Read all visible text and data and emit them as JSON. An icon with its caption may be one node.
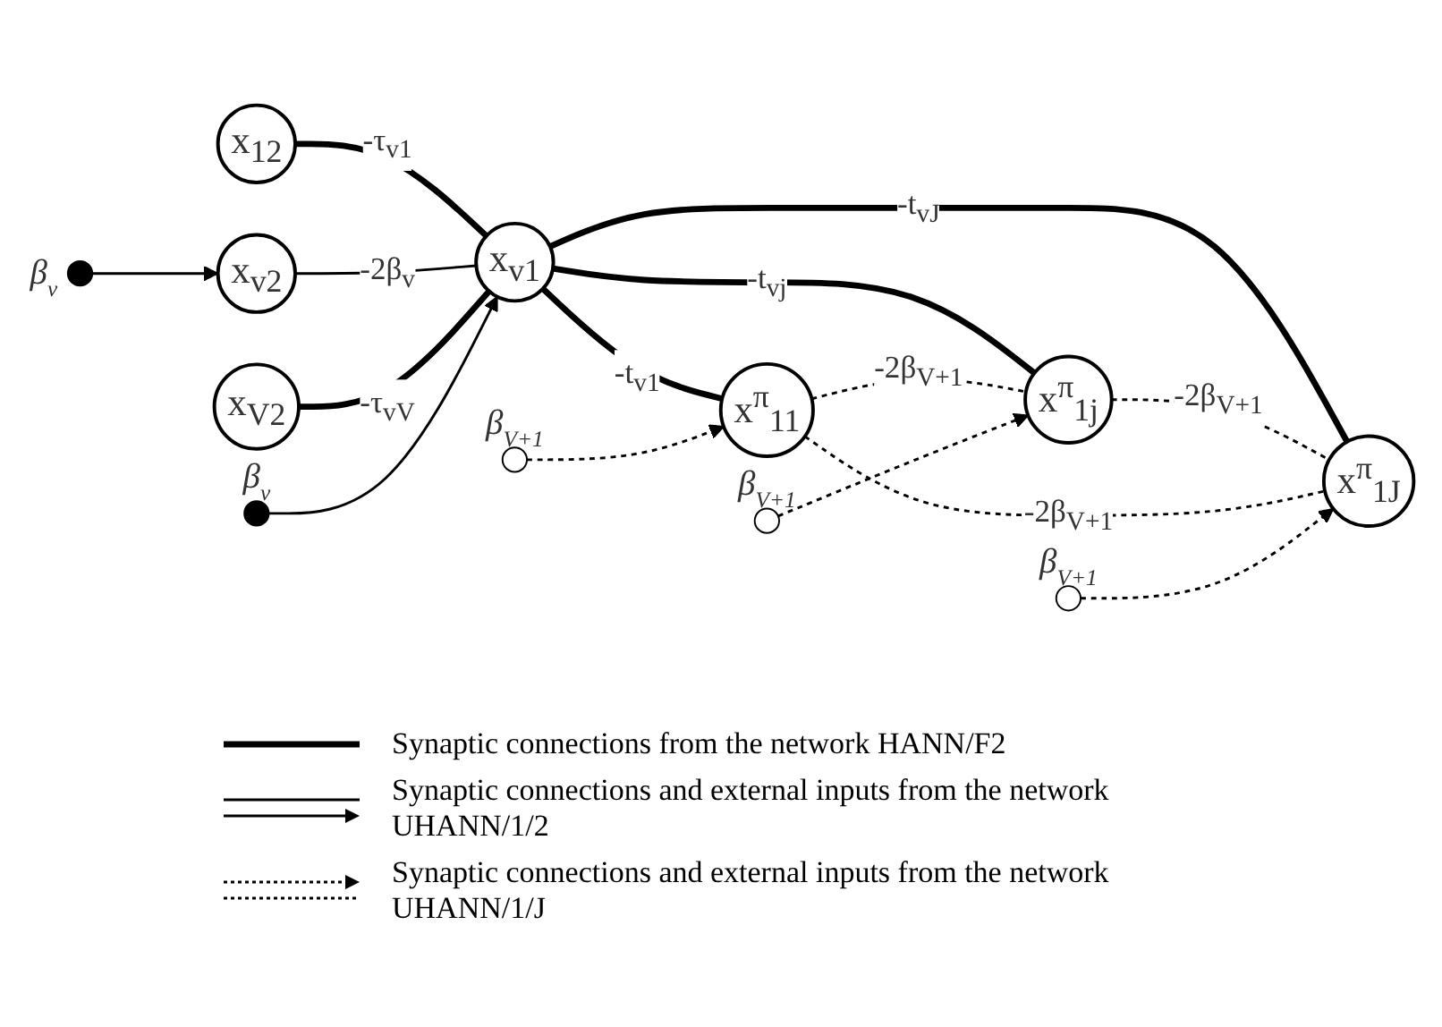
{
  "diagram": {
    "nodes": [
      {
        "text": [
          "x$_{12}$"
        ]
      },
      {
        "text": [
          "x$_{v2}$"
        ]
      },
      {
        "text": [
          "x$_{V2}$"
        ]
      },
      {
        "text": [
          "x$_{v1}$"
        ]
      },
      {
        "text": [
          "x$^{π}$$_{11}$"
        ]
      },
      {
        "text": [
          "x$^{π}$$_{1j}$"
        ]
      },
      {
        "text": [
          "x$^{π}$$_{1J}$"
        ]
      },
      {
        "text": [],
        "shape": "circle",
        "beside": [
          "β$_{v}$"
        ]
      },
      {
        "text": [],
        "shape": "circle",
        "beside": [
          "β$_{v}$"
        ]
      },
      {
        "text": [],
        "shape": "circle",
        "beside": [
          "β$_{V+1}$"
        ]
      },
      {
        "text": [],
        "shape": "circle",
        "beside": [
          "β$_{V+1}$"
        ]
      },
      {
        "text": [],
        "shape": "circle",
        "beside": [
          "β$_{V+1}$"
        ]
      }
    ],
    "edges": [
      {
        "from": 0,
        "to": 3,
        "arrow": "none",
        "label": "-τ$_{v1}$",
        "style": "thick"
      },
      {
        "from": 1,
        "to": 3,
        "arrow": "none",
        "label": "-2β$_{v}$"
      },
      {
        "from": 2,
        "to": 3,
        "arrow": "none",
        "label": "-τ$_{vV}$",
        "style": "thick"
      },
      {
        "from": 7,
        "to": 1,
        "arrow": "to"
      },
      {
        "from": 8,
        "to": 3,
        "arrow": "to"
      },
      {
        "from": 3,
        "to": 4,
        "arrow": "none",
        "label": "-t$_{v1}$",
        "style": "thick"
      },
      {
        "from": 3,
        "to": 5,
        "arrow": "none",
        "label": "-t$_{vj}$",
        "style": "thick"
      },
      {
        "from": 3,
        "to": 6,
        "arrow": "none",
        "label": "-t$_{vJ}$",
        "style": "thick"
      },
      {
        "from": 4,
        "to": 5,
        "arrow": "none",
        "label": "-2β$_{V+1}$",
        "style": "dashed"
      },
      {
        "from": 5,
        "to": 6,
        "arrow": "none",
        "label": "-2β$_{V+1}$",
        "style": "dashed"
      },
      {
        "from": 4,
        "to": 6,
        "arrow": "none",
        "label": "-2β$_{V+1}$",
        "style": "dashed"
      },
      {
        "from": 9,
        "to": 4,
        "arrow": "to",
        "style": "dashed"
      },
      {
        "from": 10,
        "to": 5,
        "arrow": "to",
        "style": "dashed"
      },
      {
        "from": 11,
        "to": 6,
        "arrow": "to",
        "style": "dashed"
      }
    ],
    "legend": [
      {
        "text": "Synaptic connections from the network HANN/F2"
      },
      {
        "text": "Synaptic connections and external inputs from the network UHANN/1/2"
      },
      {
        "text": "Synaptic connections and external inputs from the network UHANN/1/J"
      }
    ]
  }
}
